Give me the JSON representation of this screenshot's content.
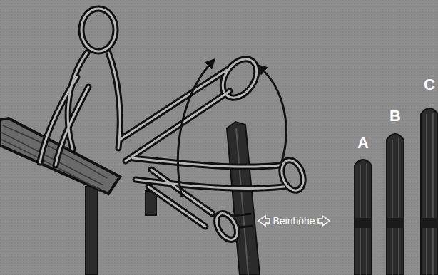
{
  "diagram": {
    "labels": [
      "A",
      "B",
      "C",
      "Beinhöhe"
    ]
  }
}
